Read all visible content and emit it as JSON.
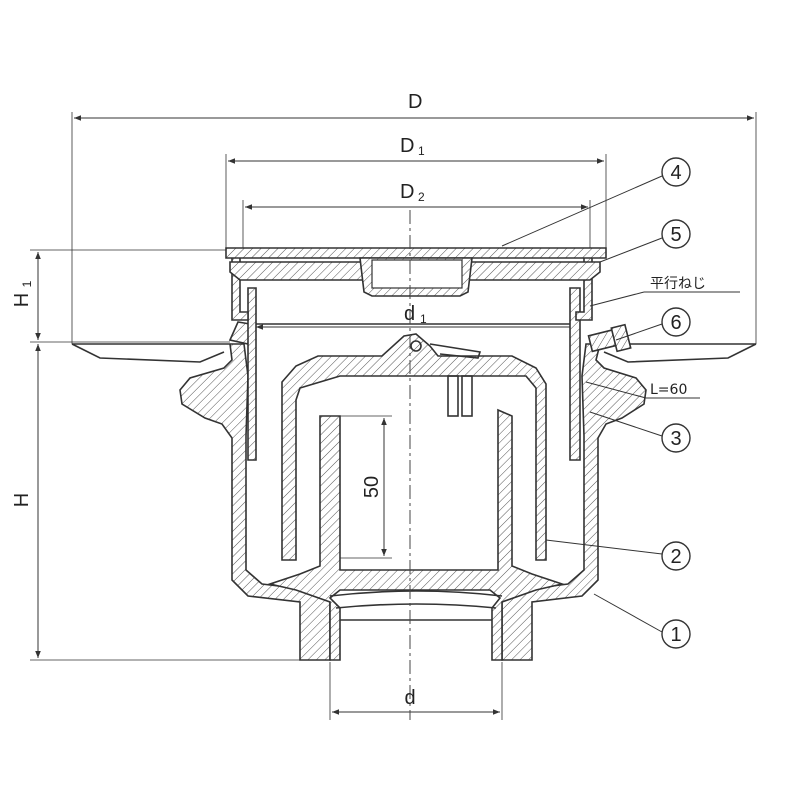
{
  "dimensions": {
    "D": "D",
    "D1": "D",
    "D1_sub": "1",
    "D2": "D",
    "D2_sub": "2",
    "d1": "d",
    "d1_sub": "1",
    "d": "d",
    "H": "H",
    "H1": "H",
    "H1_sub": "1",
    "depth_50": "50"
  },
  "callouts": [
    {
      "label": "1"
    },
    {
      "label": "2"
    },
    {
      "label": "3"
    },
    {
      "label": "4"
    },
    {
      "label": "5"
    },
    {
      "label": "6"
    }
  ],
  "notes": {
    "parallel_thread": "平行ねじ",
    "length": "L=60"
  }
}
